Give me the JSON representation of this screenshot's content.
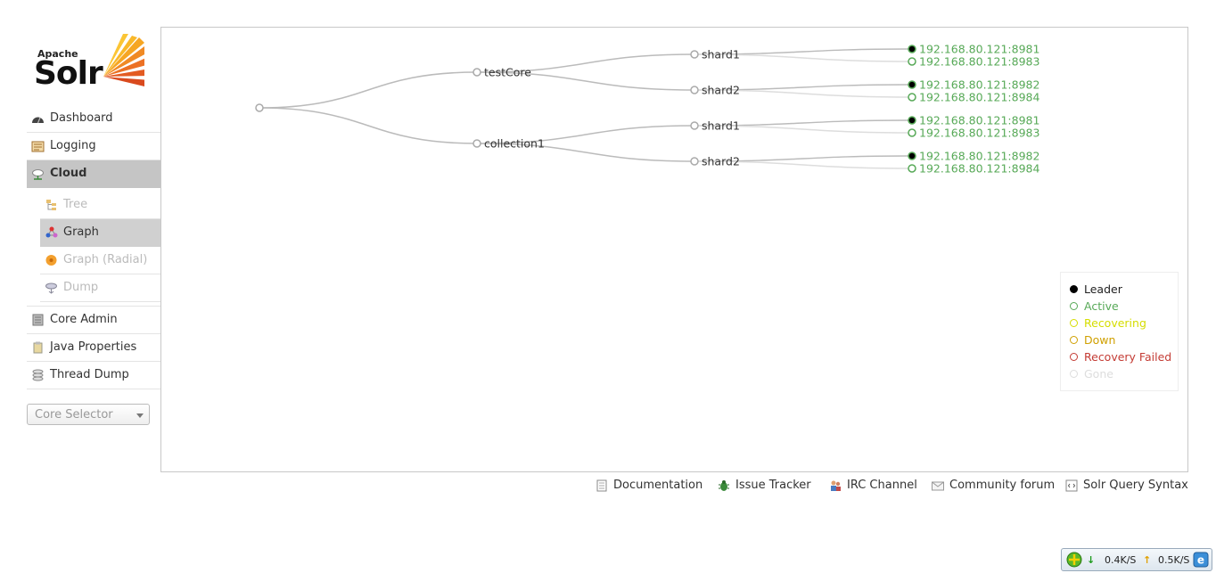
{
  "logo": {
    "apache": "Apache",
    "solr": "Solr"
  },
  "nav": {
    "items_top": [
      {
        "label": "Dashboard",
        "icon": "dashboard-icon"
      },
      {
        "label": "Logging",
        "icon": "logging-icon"
      },
      {
        "label": "Cloud",
        "icon": "cloud-icon",
        "active": true
      }
    ],
    "cloud_sub": [
      {
        "label": "Tree",
        "icon": "tree-icon"
      },
      {
        "label": "Graph",
        "icon": "graph-icon",
        "active": true
      },
      {
        "label": "Graph (Radial)",
        "icon": "radial-graph-icon"
      },
      {
        "label": "Dump",
        "icon": "dump-icon"
      }
    ],
    "items_bottom": [
      {
        "label": "Core Admin",
        "icon": "core-admin-icon"
      },
      {
        "label": "Java Properties",
        "icon": "java-properties-icon"
      },
      {
        "label": "Thread Dump",
        "icon": "thread-dump-icon"
      }
    ],
    "core_selector": "Core Selector"
  },
  "graph": {
    "collections": [
      {
        "name": "testCore",
        "shards": [
          {
            "name": "shard1",
            "replicas": [
              {
                "host": "192.168.80.121:8981",
                "leader": true
              },
              {
                "host": "192.168.80.121:8983",
                "leader": false
              }
            ]
          },
          {
            "name": "shard2",
            "replicas": [
              {
                "host": "192.168.80.121:8982",
                "leader": true
              },
              {
                "host": "192.168.80.121:8984",
                "leader": false
              }
            ]
          }
        ]
      },
      {
        "name": "collection1",
        "shards": [
          {
            "name": "shard1",
            "replicas": [
              {
                "host": "192.168.80.121:8981",
                "leader": true
              },
              {
                "host": "192.168.80.121:8983",
                "leader": false
              }
            ]
          },
          {
            "name": "shard2",
            "replicas": [
              {
                "host": "192.168.80.121:8982",
                "leader": true
              },
              {
                "host": "192.168.80.121:8984",
                "leader": false
              }
            ]
          }
        ]
      }
    ]
  },
  "legend": [
    {
      "label": "Leader",
      "color": "#000000",
      "fill": true
    },
    {
      "label": "Active",
      "color": "#57a957",
      "fill": false
    },
    {
      "label": "Recovering",
      "color": "#d5dd00",
      "fill": false
    },
    {
      "label": "Down",
      "color": "#d0a000",
      "fill": false
    },
    {
      "label": "Recovery Failed",
      "color": "#c43c35",
      "fill": false
    },
    {
      "label": "Gone",
      "color": "#dddddd",
      "fill": false
    }
  ],
  "footer": {
    "links": [
      {
        "label": "Documentation",
        "icon": "documentation-icon"
      },
      {
        "label": "Issue Tracker",
        "icon": "bug-icon"
      },
      {
        "label": "IRC Channel",
        "icon": "irc-people-icon"
      },
      {
        "label": "Community forum",
        "icon": "mail-icon"
      },
      {
        "label": "Solr Query Syntax",
        "icon": "query-syntax-icon"
      }
    ]
  },
  "tray": {
    "download": "0.4K/S",
    "upload": "0.5K/S"
  },
  "colors": {
    "active": "#57a957",
    "link": "#bbbbbb"
  }
}
